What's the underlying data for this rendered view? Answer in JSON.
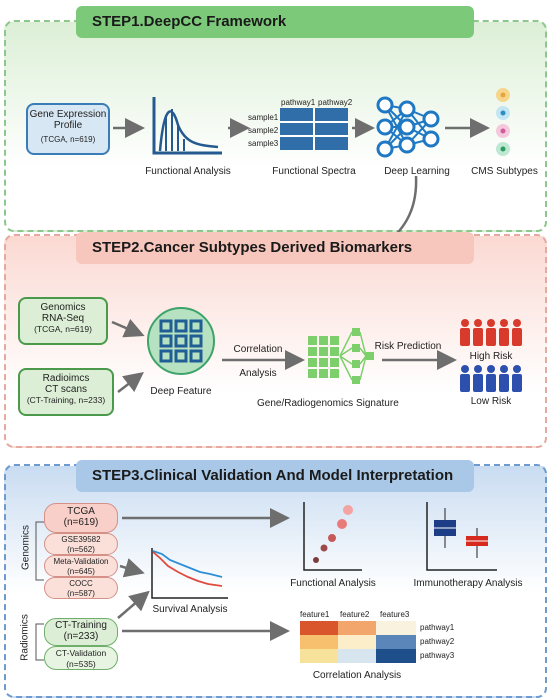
{
  "step1": {
    "title": "STEP1.DeepCC Framework",
    "gene_box": {
      "line1": "Gene Expression",
      "line2": "Profile",
      "line3": "(TCGA, n=619)"
    },
    "functional_analysis": "Functional Analysis",
    "spectra": {
      "col1": "pathway1",
      "col2": "pathway2",
      "row1": "sample1",
      "row2": "sample2",
      "row3": "sample3",
      "label": "Functional Spectra"
    },
    "deep_learning": "Deep Learning",
    "cms_subtypes": "CMS Subtypes"
  },
  "step2": {
    "title": "STEP2.Cancer Subtypes Derived Biomarkers",
    "genomics_box": {
      "line1": "Genomics",
      "line2": "RNA-Seq",
      "line3": "(TCGA, n=619)"
    },
    "radio_box": {
      "line1": "Radioimcs",
      "line2": "CT scans",
      "line3": "(CT-Training, n=233)"
    },
    "deep_feature": "Deep Feature",
    "correlation": "Correlation",
    "analysis": "Analysis",
    "signature": "Gene/Radiogenomics Signature",
    "risk_prediction": "Risk Prediction",
    "high_risk": "High Risk",
    "low_risk": "Low Risk"
  },
  "step3": {
    "title": "STEP3.Clinical Validation And Model Interpretation",
    "genomics_label": "Genomics",
    "radiomics_label": "Radiomics",
    "tcga": {
      "line1": "TCGA",
      "line2": "(n=619)"
    },
    "gse": {
      "line1": "GSE39582",
      "line2": "(n=562)"
    },
    "meta": {
      "line1": "Meta-Validation",
      "line2": "(n=645)"
    },
    "cocc": {
      "line1": "COCC",
      "line2": "(n=587)"
    },
    "ct_training": {
      "line1": "CT-Training",
      "line2": "(n=233)"
    },
    "ct_validation": {
      "line1": "CT-Validation",
      "line2": "(n=535)"
    },
    "functional_analysis": "Functional Analysis",
    "immunotherapy_analysis": "Immunotherapy Analysis",
    "survival_analysis": "Survival Analysis",
    "heatmap": {
      "feature1": "feature1",
      "feature2": "feature2",
      "feature3": "feature3",
      "pathway1": "pathway1",
      "pathway2": "pathway2",
      "pathway3": "pathway3"
    },
    "correlation_analysis": "Correlation Analysis"
  },
  "colors": {
    "green": "#7dc97a",
    "pink": "#f7c7bd",
    "blue": "#a9c7e6",
    "accent_blue": "#1f5aa6",
    "red": "#d83b2b"
  }
}
